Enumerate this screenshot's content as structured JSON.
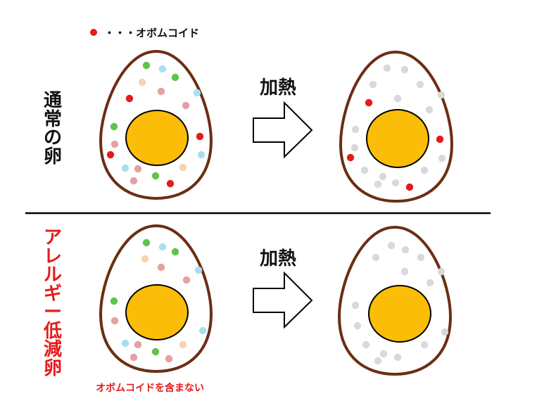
{
  "legend": {
    "text": "・・・オボムコイド",
    "dot_color": "#e51a1a"
  },
  "rows": {
    "normal": {
      "label": "通常の卵",
      "label_color": "#111111"
    },
    "allergy": {
      "label": "アレルギー低減卵",
      "label_color": "#e51a1a"
    }
  },
  "arrows": {
    "top_label": "加熱",
    "bottom_label": "加熱"
  },
  "note": "オボムコイドを含まない",
  "colors": {
    "shell": "#6b2e12",
    "yolk": "#fbbd08",
    "ovomucoid": "#e51a1a",
    "denatured": "#d9d9d9",
    "green": "#5fc44a",
    "light_blue": "#a8dff0",
    "pink": "#e6a0a4",
    "peach": "#f9d2b0",
    "divider": "#000000"
  }
}
